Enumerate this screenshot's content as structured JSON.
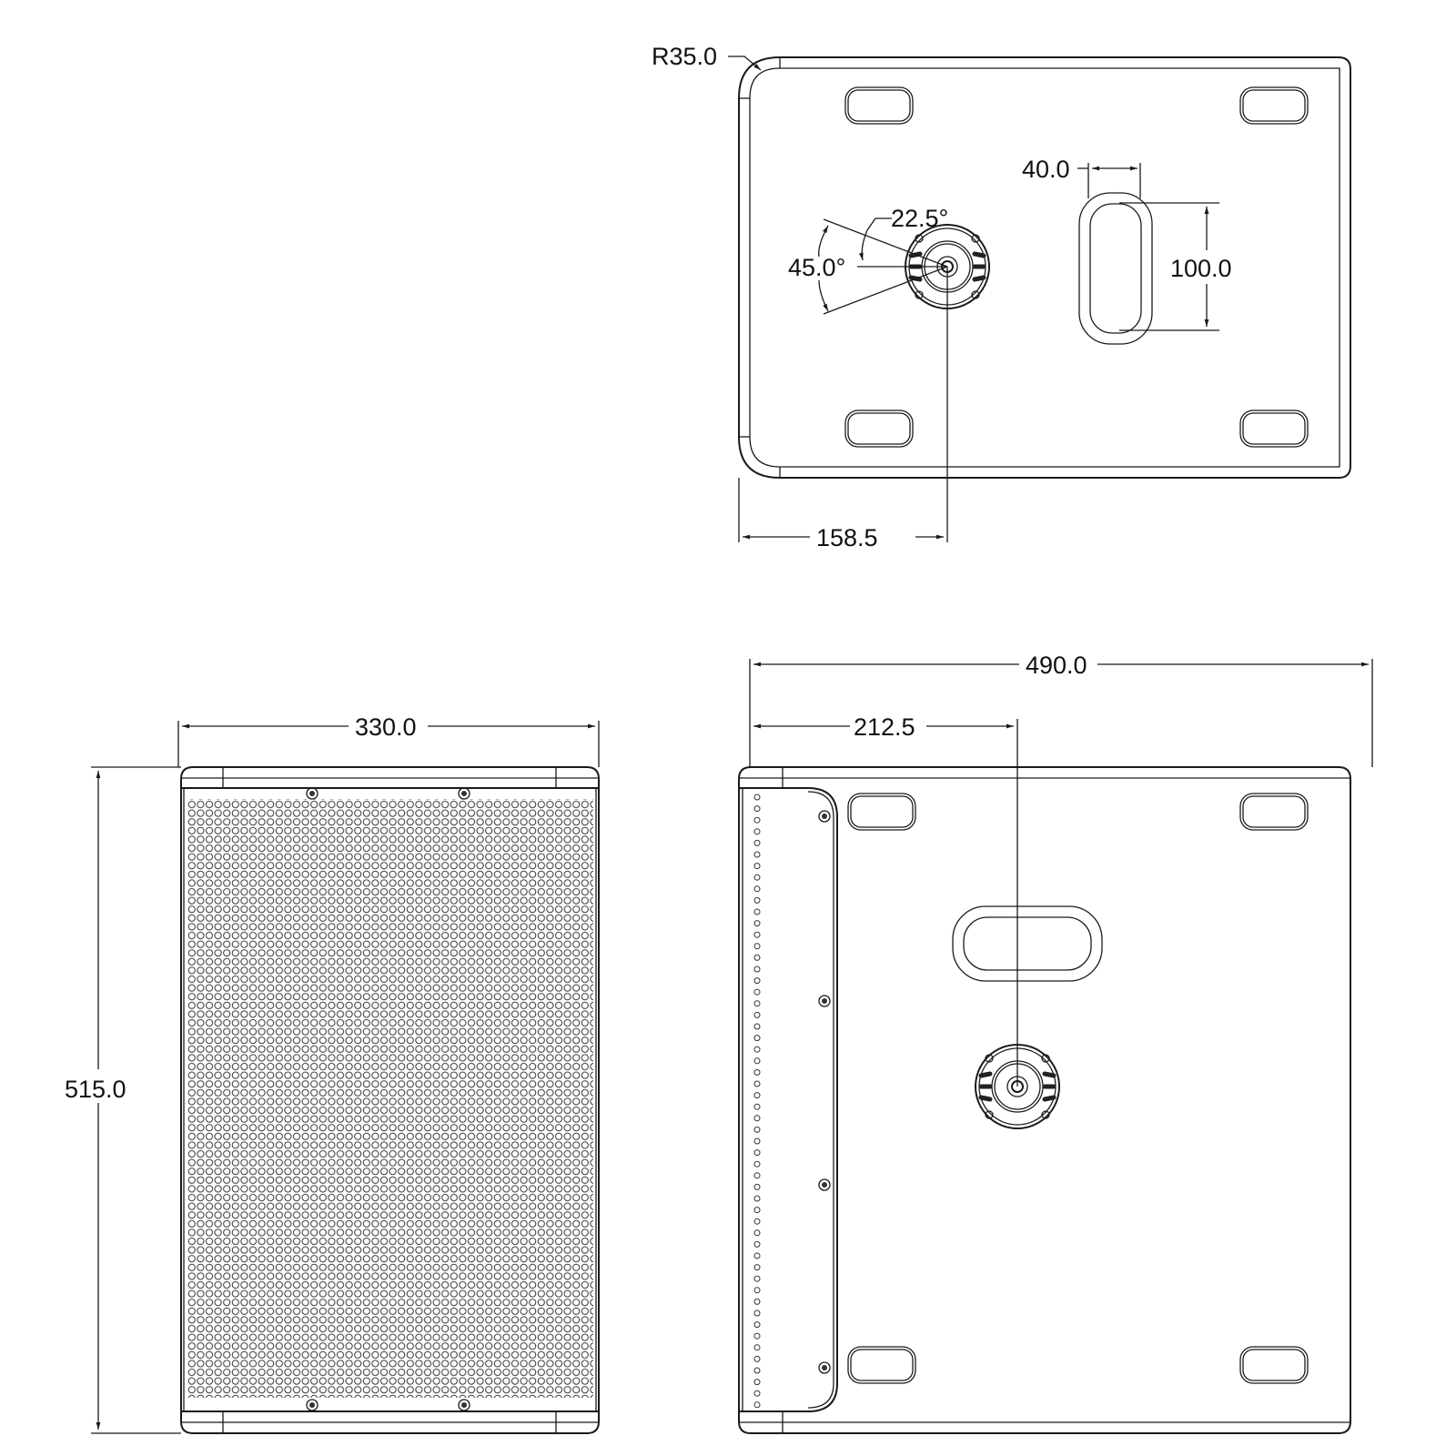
{
  "drawing": {
    "subject": "Loudspeaker cabinet dimensional drawing",
    "units": "mm",
    "line_color": "#1a1a1a",
    "background": "#ffffff"
  },
  "views": {
    "top_view": {
      "corner_radius_label": "R35.0",
      "handle_width_label": "40.0",
      "handle_height_label": "100.0",
      "pole_mount_angle_inner_label": "22.5°",
      "pole_mount_angle_outer_label": "45.0°",
      "pole_mount_offset_label": "158.5"
    },
    "front_view": {
      "width_label": "330.0",
      "height_label": "515.0"
    },
    "side_view": {
      "depth_label": "490.0",
      "pole_mount_offset_label": "212.5"
    }
  }
}
